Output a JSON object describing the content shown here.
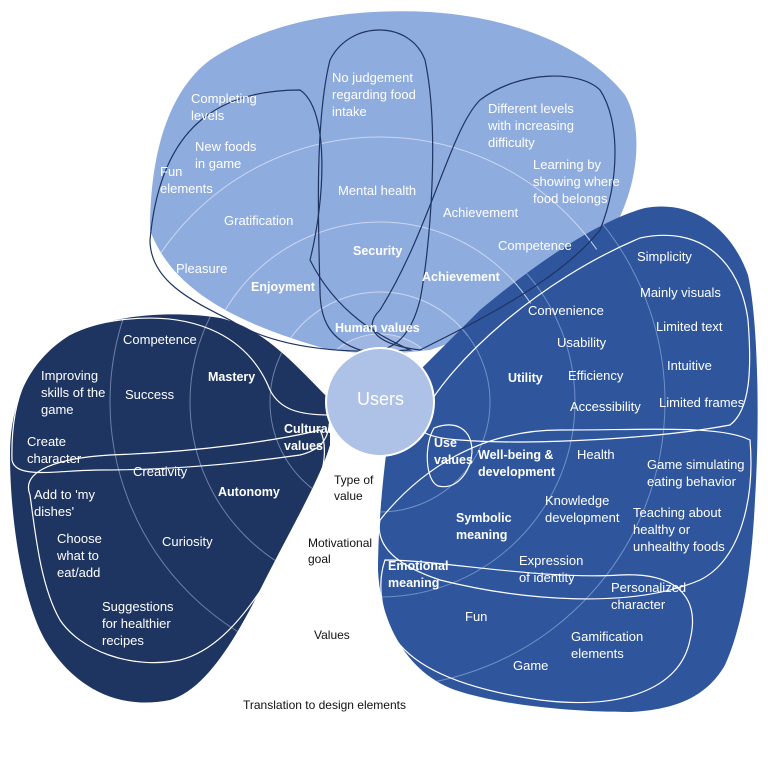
{
  "center": {
    "label": "Users"
  },
  "legend": {
    "type_of_value": "Type of\nvalue",
    "motivational_goal": "Motivational\ngoal",
    "values": "Values",
    "translation": "Translation to design elements"
  },
  "colors": {
    "top_petal": "#8facdf",
    "left_petal": "#1e3461",
    "right_petal": "#2f569c",
    "center_circle": "#aec1e6",
    "center_inner_light": "#9fb6e2",
    "outline": "#1e3461"
  },
  "top": {
    "type": "Human values",
    "goals": {
      "enjoyment": "Enjoyment",
      "security": "Security",
      "achievement": "Achievement"
    },
    "values": {
      "pleasure": "Pleasure",
      "gratification": "Gratification",
      "mental_health": "Mental health",
      "achievement": "Achievement",
      "competence": "Competence"
    },
    "design": {
      "fun_elements": "Fun\nelements",
      "completing_levels": "Completing\nlevels",
      "new_foods": "New foods\nin game",
      "no_judgement": "No judgement\nregarding food\nintake",
      "different_levels": "Different levels\nwith increasing\ndifficulty",
      "learning": "Learning by\nshowing where\nfood belongs"
    }
  },
  "left": {
    "type": "Cultural\nvalues",
    "goals": {
      "mastery": "Mastery",
      "autonomy": "Autonomy"
    },
    "values": {
      "competence": "Competence",
      "success": "Success",
      "creativity": "Creativity",
      "curiosity": "Curiosity"
    },
    "design": {
      "improving_skills": "Improving\nskills of the\ngame",
      "create_character": "Create\ncharacter",
      "add_to_dishes": "Add to 'my\ndishes'",
      "choose_what": "Choose\nwhat to\neat/add",
      "suggestions": "Suggestions\nfor healthier\nrecipes"
    }
  },
  "right": {
    "type": "Use\nvalues",
    "goals": {
      "utility": "Utility",
      "wellbeing": "Well-being &\ndevelopment",
      "symbolic": "Symbolic\nmeaning",
      "emotional": "Emotional\nmeaning"
    },
    "values": {
      "convenience": "Convenience",
      "usability": "Usability",
      "efficiency": "Efficiency",
      "accessibility": "Accessibility",
      "health": "Health",
      "knowledge": "Knowledge\ndevelopment",
      "identity": "Expression\nof identity",
      "fun": "Fun",
      "game": "Game"
    },
    "design": {
      "simplicity": "Simplicity",
      "mainly_visuals": "Mainly visuals",
      "limited_text": "Limited text",
      "intuitive": "Intuitive",
      "limited_frames": "Limited frames",
      "game_simulating": "Game simulating\neating behavior",
      "teaching": "Teaching about\nhealthy or\nunhealthy foods",
      "personalized": "Personalized\ncharacter",
      "gamification": "Gamification\nelements"
    }
  }
}
